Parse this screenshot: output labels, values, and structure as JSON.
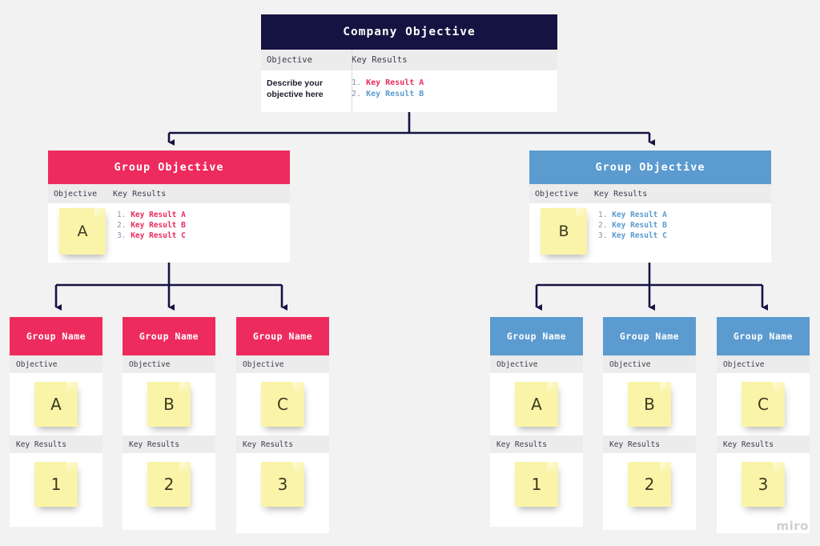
{
  "board": {
    "background_color": "#f2f2f2",
    "watermark": "miro",
    "connector_color": "#141341"
  },
  "palette": {
    "navy": "#141341",
    "pink": "#ee2b5e",
    "blue": "#5b9bd0",
    "sticky_yellow": "#faf4a8",
    "subrow_gray": "#ececec",
    "card_white": "#ffffff"
  },
  "labels": {
    "objective": "Objective",
    "key_results": "Key Results"
  },
  "root": {
    "title": "Company Objective",
    "objective_text": "Describe your objective here",
    "key_results": [
      {
        "num": "1.",
        "text": "Key Result A",
        "color": "pink"
      },
      {
        "num": "2.",
        "text": "Key Result B",
        "color": "blue"
      }
    ]
  },
  "groups": [
    {
      "title": "Group Objective",
      "color": "pink",
      "note": "A",
      "key_results": [
        {
          "num": "1.",
          "text": "Key Result A"
        },
        {
          "num": "2.",
          "text": "Key Result B"
        },
        {
          "num": "3.",
          "text": "Key Result C"
        }
      ]
    },
    {
      "title": "Group Objective",
      "color": "blue",
      "note": "B",
      "key_results": [
        {
          "num": "1.",
          "text": "Key Result A"
        },
        {
          "num": "2.",
          "text": "Key Result B"
        },
        {
          "num": "3.",
          "text": "Key Result C"
        }
      ]
    }
  ],
  "leaves": [
    {
      "title": "Group Name",
      "color": "pink",
      "objective_note": "A",
      "key_result_note": "1"
    },
    {
      "title": "Group Name",
      "color": "pink",
      "objective_note": "B",
      "key_result_note": "2"
    },
    {
      "title": "Group Name",
      "color": "pink",
      "objective_note": "C",
      "key_result_note": "3"
    },
    {
      "title": "Group Name",
      "color": "blue",
      "objective_note": "A",
      "key_result_note": "1"
    },
    {
      "title": "Group Name",
      "color": "blue",
      "objective_note": "B",
      "key_result_note": "2"
    },
    {
      "title": "Group Name",
      "color": "blue",
      "objective_note": "C",
      "key_result_note": "3"
    }
  ]
}
